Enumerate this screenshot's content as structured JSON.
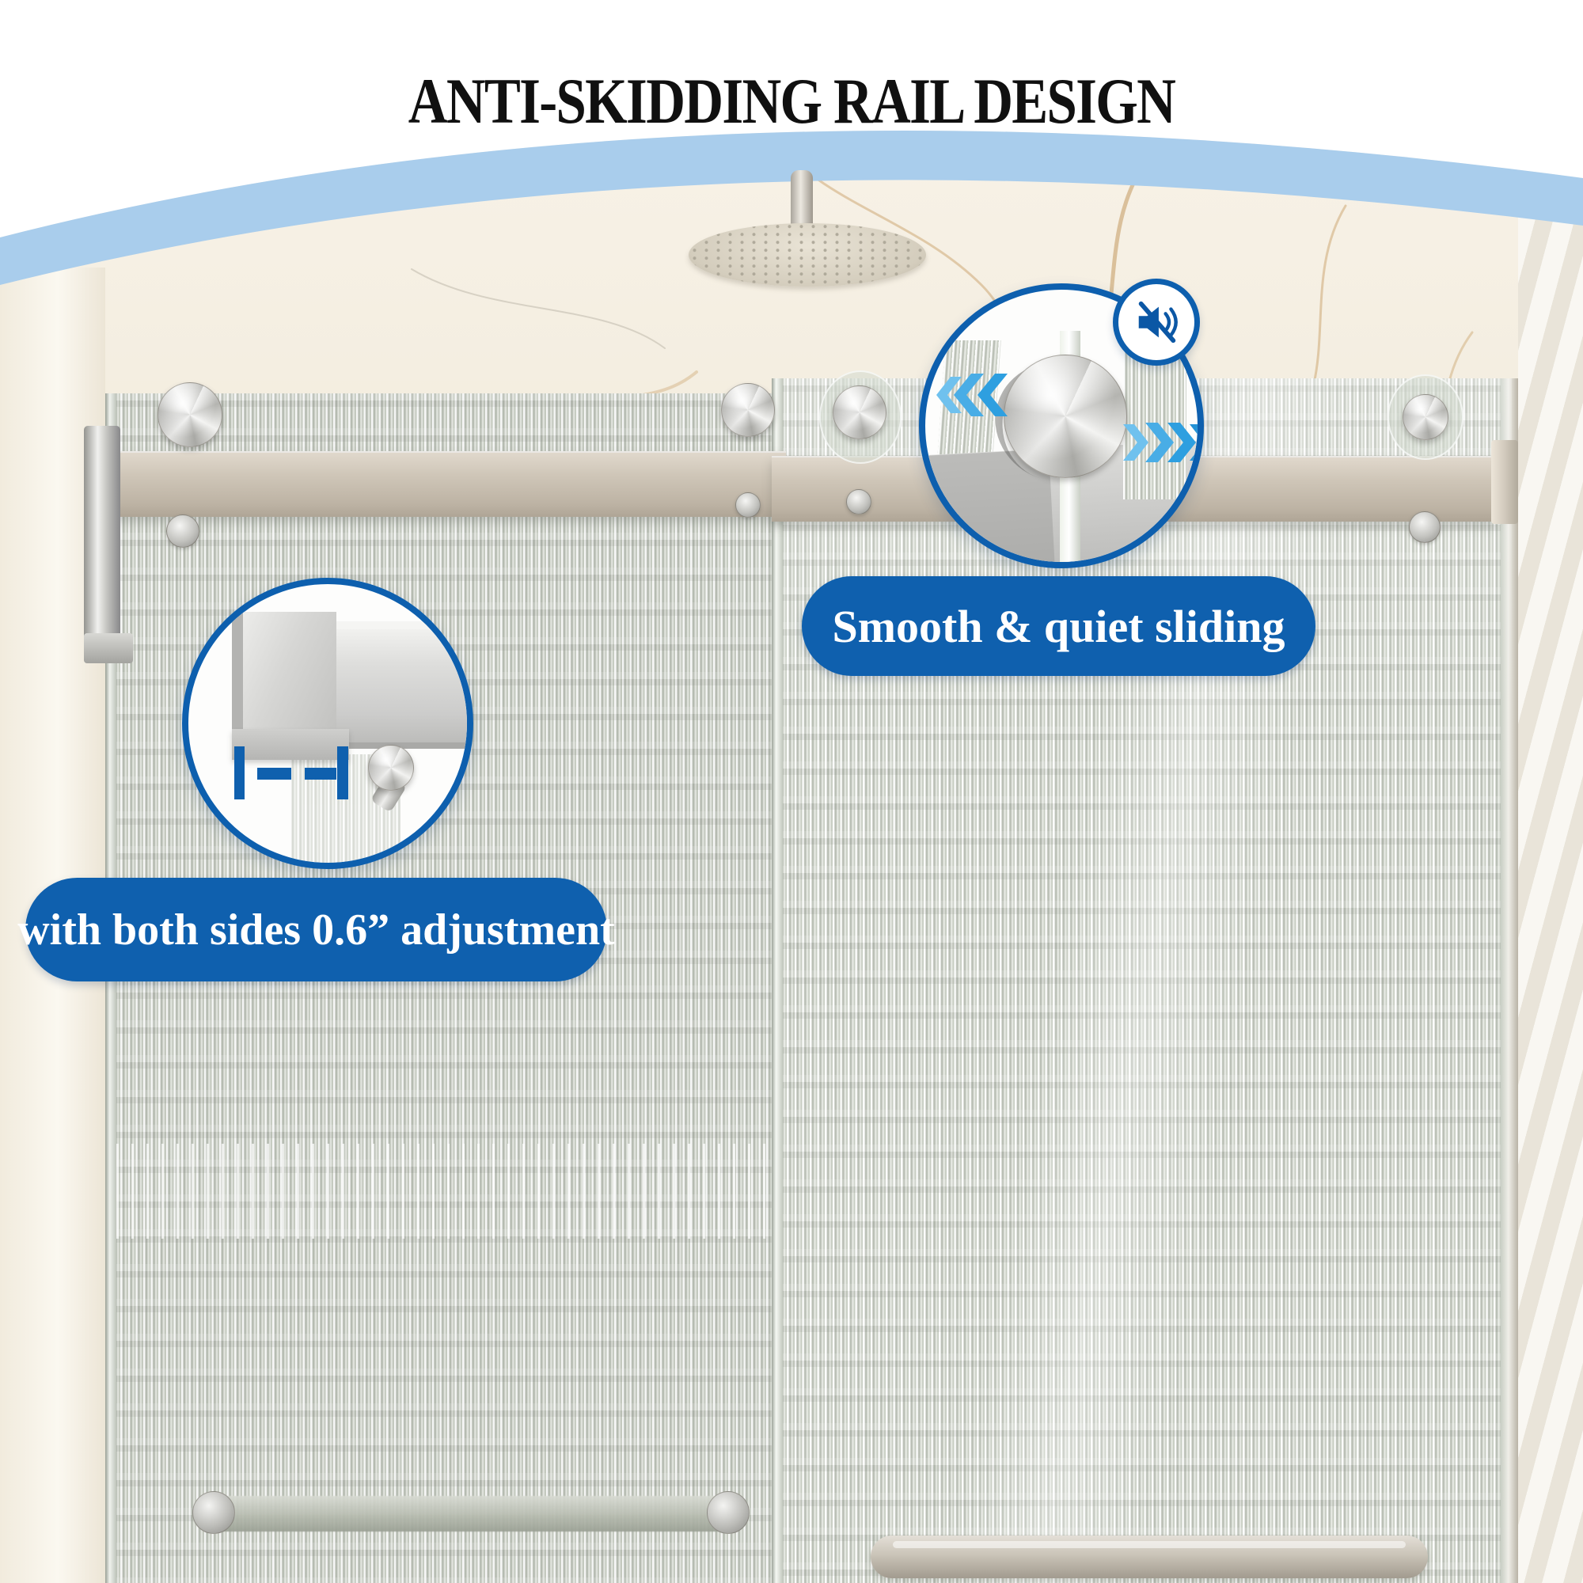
{
  "title": "ANTI-SKIDDING RAIL DESIGN",
  "callouts": {
    "sliding": {
      "label": "Smooth & quiet sliding",
      "icon": "mute-speaker-icon",
      "motion_icons": [
        "chevrons-left-icon",
        "chevrons-right-icon"
      ]
    },
    "adjustment": {
      "label": "with both sides 0.6” adjustment",
      "icon": "adjustment-range-icon"
    }
  },
  "colors": {
    "accent_blue": "#0f60ae",
    "ring_blue": "#0d5fae",
    "band_blue": "#a9cdec",
    "chevron_blue": "#2e9fe0",
    "icon_blue": "#0b57a5",
    "title_black": "#101010"
  }
}
